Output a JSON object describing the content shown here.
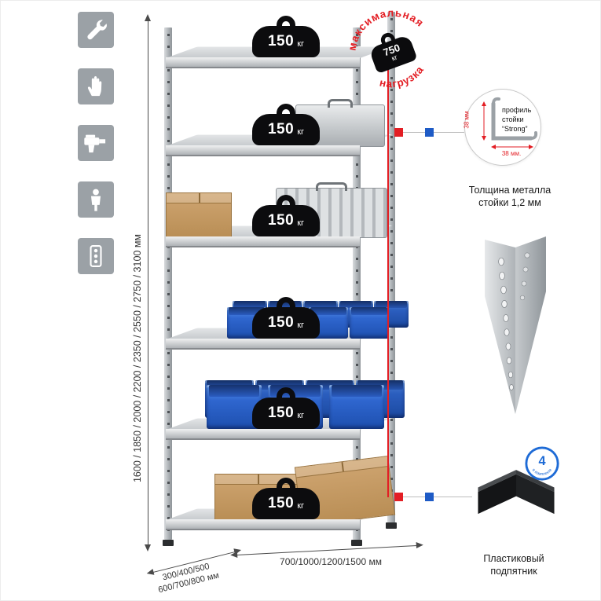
{
  "colors": {
    "accent_red": "#e31e24",
    "accent_blue": "#1e5bc6",
    "icon_gray": "#9ba1a6",
    "bin_blue": "#2f66cf"
  },
  "left_icons": [
    {
      "icon": "wrench-icon"
    },
    {
      "icon": "glove-icon"
    },
    {
      "icon": "drill-icon"
    },
    {
      "icon": "person-icon"
    },
    {
      "icon": "level-icon"
    }
  ],
  "dims": {
    "height": "1600 / 1850 / 2000 / 2200 / 2350 / 2550 / 2750 / 3100 мм",
    "depth_line1": "300/400/500",
    "depth_line2": "600/700/800 мм",
    "width": "700/1000/1200/1500 мм"
  },
  "shelf_load": {
    "value": "150",
    "unit": "кг"
  },
  "stamp": {
    "arc_top": "максимальная",
    "arc_bottom": "нагрузка",
    "value": "750",
    "unit": "кг"
  },
  "profile": {
    "dim_vertical": "38 мм",
    "dim_horizontal": "38 мм.",
    "label_line1": "профиль",
    "label_line2": "стойки",
    "label_line3": "“Strong”",
    "caption_line1": "Толщина металла",
    "caption_line2": "стойки 1,2 мм"
  },
  "foot": {
    "badge_value": "4",
    "badge_text": "в комплекте",
    "caption_line1": "Пластиковый",
    "caption_line2": "подпятник"
  }
}
